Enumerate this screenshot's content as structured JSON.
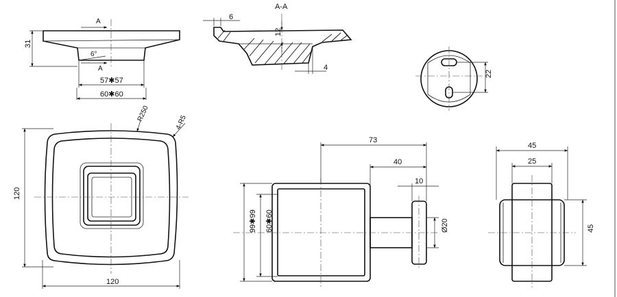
{
  "labels": {
    "section_marker": "A",
    "section_title": "A-A",
    "side_height": "31",
    "angle": "6°",
    "base_size": "57✱57",
    "bottom_size": "60✱60",
    "sec_rim": "6",
    "sec_depth": "12",
    "sec_foot": "4",
    "mount_hole": "22",
    "radius_outer": "R250",
    "radius_corner": "4-R5",
    "plan_height": "120",
    "plan_width": "120",
    "depth_total": "73",
    "depth_arm": "40",
    "depth_plate": "10",
    "front_outer": "99✱99",
    "front_inner": "60✱60",
    "rod_dia": "Ø20",
    "end_width": "45",
    "end_inner": "25",
    "end_height": "45"
  }
}
